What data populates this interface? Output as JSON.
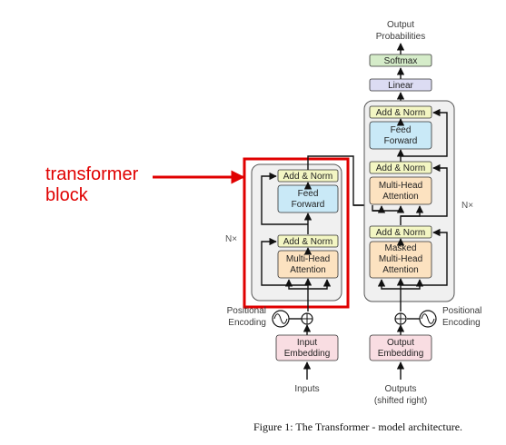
{
  "annotation": {
    "line1": "transformer",
    "line2": "block",
    "color": "#e00000"
  },
  "caption": "Figure 1: The Transformer - model architecture.",
  "encoder": {
    "add_norm_top": "Add & Norm",
    "ffn_line1": "Feed",
    "ffn_line2": "Forward",
    "add_norm_bottom": "Add & Norm",
    "mha_line1": "Multi-Head",
    "mha_line2": "Attention",
    "nx": "N×",
    "pos_enc_line1": "Positional",
    "pos_enc_line2": "Encoding",
    "input_emb_line1": "Input",
    "input_emb_line2": "Embedding",
    "inputs": "Inputs"
  },
  "decoder": {
    "output_probs_line1": "Output",
    "output_probs_line2": "Probabilities",
    "softmax": "Softmax",
    "linear": "Linear",
    "add_norm_1": "Add & Norm",
    "ffn_line1": "Feed",
    "ffn_line2": "Forward",
    "add_norm_2": "Add & Norm",
    "mha_line1": "Multi-Head",
    "mha_line2": "Attention",
    "add_norm_3": "Add & Norm",
    "masked_line1": "Masked",
    "masked_line2": "Multi-Head",
    "masked_line3": "Attention",
    "nx": "N×",
    "pos_enc_line1": "Positional",
    "pos_enc_line2": "Encoding",
    "output_emb_line1": "Output",
    "output_emb_line2": "Embedding",
    "outputs_line1": "Outputs",
    "outputs_line2": "(shifted right)"
  },
  "colors": {
    "add_norm": "#f3f6c3",
    "feed_forward": "#c9e9f7",
    "attention": "#fce2c0",
    "embedding": "#f9dde2",
    "softmax": "#d5ecc9",
    "linear": "#dcdcf3",
    "stack_bg": "#f0f0f0",
    "highlight": "#e00000"
  }
}
